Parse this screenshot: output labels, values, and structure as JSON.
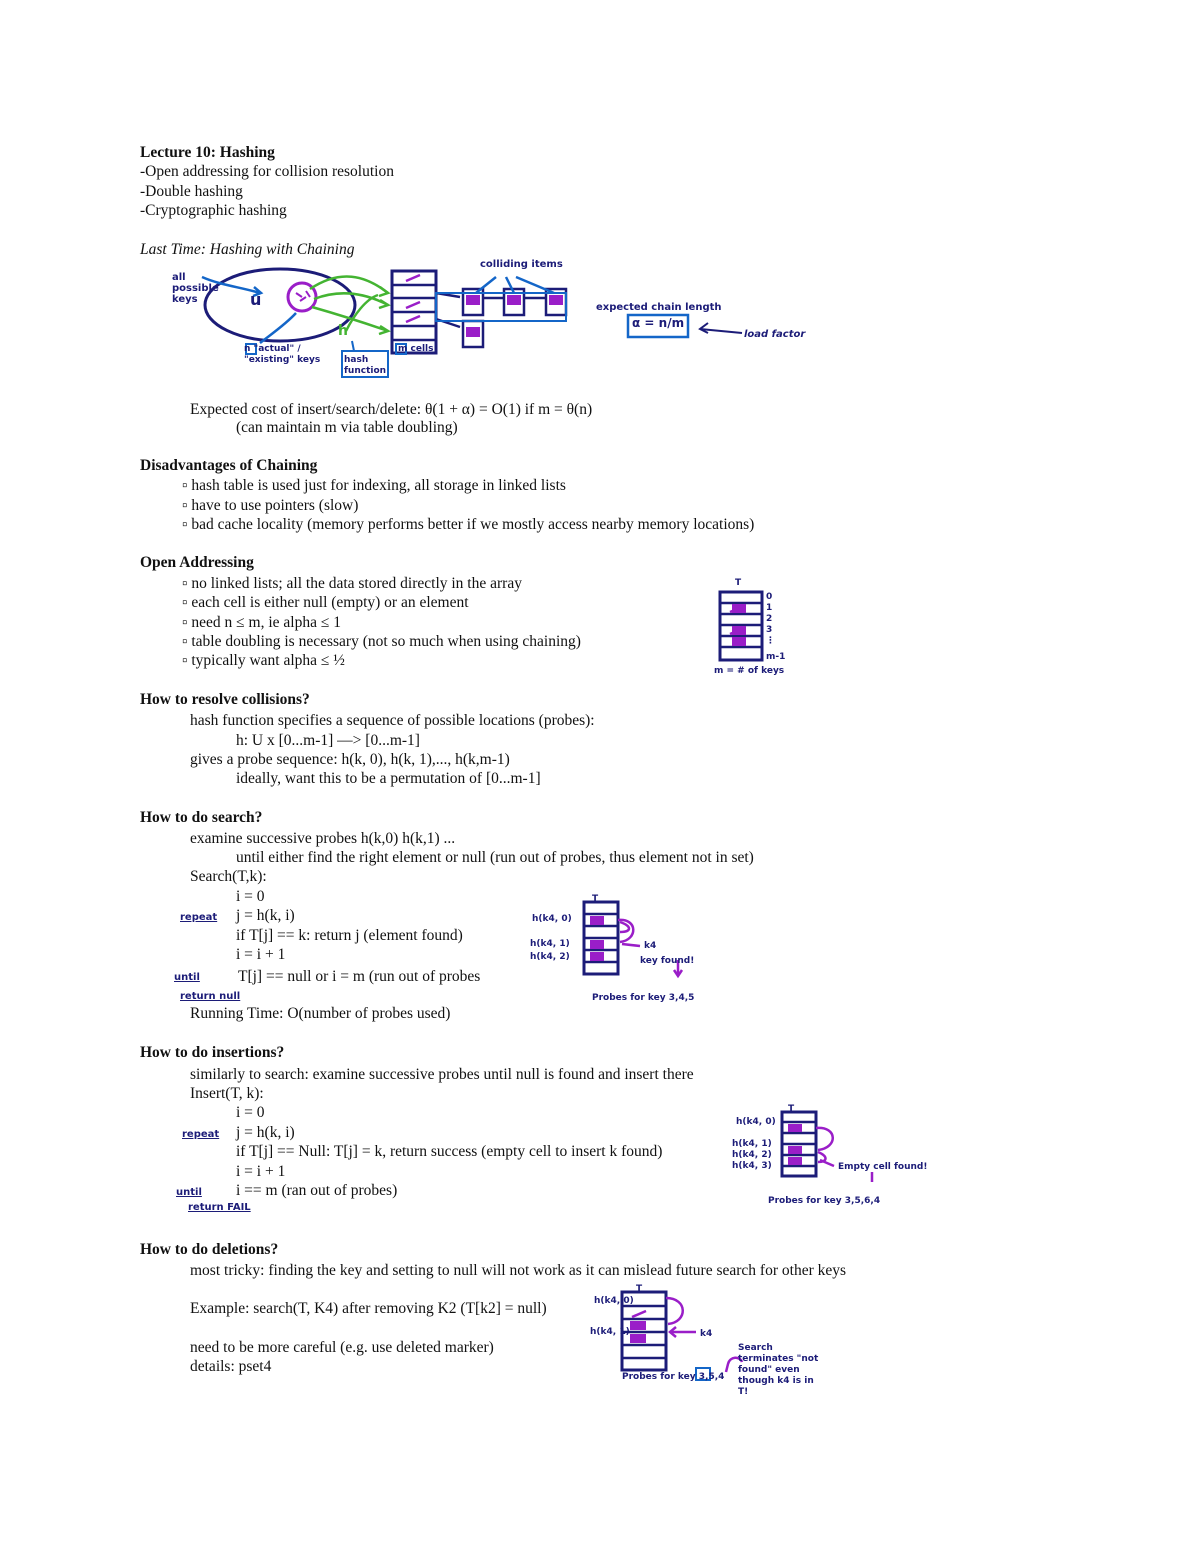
{
  "title": "Lecture 10: Hashing",
  "outline": [
    "-Open addressing for collision resolution",
    "-Double hashing",
    "-Cryptographic hashing"
  ],
  "last_time": {
    "heading": "Last Time: Hashing with Chaining",
    "expected_cost": "Expected cost of insert/search/delete: θ(1 + α) = O(1) if m = θ(n)",
    "maintain": "(can maintain m via table doubling)",
    "annotations": {
      "all_possible_keys": "all possible keys",
      "u": "u",
      "n_actual": "n \"actual\" / \"existing\" keys",
      "h": "h",
      "hash_function": "hash function",
      "m_cells": "m cells",
      "colliding_items": "colliding items",
      "expected_chain_length": "expected chain length",
      "alpha_formula": "α = n/m",
      "load_factor": "load factor"
    }
  },
  "disadvantages": {
    "heading": "Disadvantages of Chaining",
    "bullets": [
      "hash table is used just for indexing, all storage in linked lists",
      "have to use pointers (slow)",
      "bad cache locality (memory performs better if we mostly access nearby memory locations)"
    ]
  },
  "open_addressing": {
    "heading": "Open Addressing",
    "bullets": [
      "no linked lists; all the data stored directly in the array",
      "each cell is either null (empty) or an element",
      "need n ≤ m, ie alpha ≤ 1",
      "table doubling is necessary (not so much when using chaining)",
      "typically want alpha ≤ ½"
    ],
    "annotations": {
      "t": "T",
      "indices": [
        "0",
        "1",
        "2",
        "3",
        "⋮",
        "m-1"
      ],
      "footer": "m = # of keys"
    }
  },
  "resolve": {
    "heading": "How to resolve collisions?",
    "lines": [
      "hash function specifies a sequence of possible locations (probes):",
      "h: U x [0...m-1] —> [0...m-1]",
      "gives a probe sequence: h(k, 0), h(k, 1),..., h(k,m-1)",
      "ideally, want this to be a permutation of [0...m-1]"
    ]
  },
  "search": {
    "heading": "How to do search?",
    "lines": [
      "examine successive probes h(k,0) h(k,1) ...",
      "until either find the right element or null (run out of probes, thus element not in set)",
      "Search(T,k):",
      "i = 0",
      "j = h(k, i)",
      "if T[j] == k: return j (element found)",
      "i = i + 1",
      "T[j] == null or i = m (run out of probes",
      "Running Time: O(number of probes used)"
    ],
    "margin": [
      "repeat",
      "until",
      "return null"
    ],
    "annotations": {
      "t": "T",
      "probes": [
        "h(k4, 0)",
        "h(k4, 1)",
        "h(k4, 2)"
      ],
      "k4": "k4",
      "key_found": "key found!",
      "footer": "Probes for key 3,4,5"
    }
  },
  "insert": {
    "heading": "How to do insertions?",
    "lines": [
      "similarly to search: examine successive probes until null is found and insert there",
      "Insert(T, k):",
      "i = 0",
      "j = h(k, i)",
      "if T[j] == Null: T[j] = k, return success (empty cell to insert k found)",
      "i = i + 1",
      "i == m (ran out of probes)"
    ],
    "margin": [
      "repeat",
      "until",
      "return FAIL"
    ],
    "annotations": {
      "t": "T",
      "probes": [
        "h(k4, 0)",
        "h(k4, 1)",
        "h(k4, 2)",
        "h(k4, 3)"
      ],
      "empty_found": "Empty cell found!",
      "footer": "Probes for key 3,5,6,4"
    }
  },
  "delete": {
    "heading": "How to do deletions?",
    "lines": [
      "most tricky: finding the key and setting to null will not work as it can mislead future search for other keys",
      "Example: search(T, K4) after removing K2 (T[k2] = null)",
      "need to be more careful (e.g. use deleted marker)",
      "details: pset4"
    ],
    "annotations": {
      "t": "T",
      "probes": [
        "h(k4, 0)",
        "h(k4, 1)"
      ],
      "k4": "k4",
      "search_terminates": "Search terminates \"not found\" even though k4 is in T!",
      "footer": "Probes for key 3,5,4"
    }
  },
  "colors": {
    "navy": "#1c1c78",
    "blue": "#1466c8",
    "green": "#44b432",
    "purple": "#9a1ec8"
  }
}
